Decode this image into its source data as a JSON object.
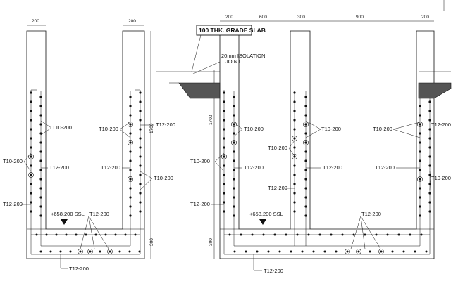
{
  "labels": {
    "t10_200": "T10-200",
    "t12_200": "T12-200",
    "ssl": "+658.200 SSL",
    "grade_slab": "100 THK. GRADE SLAB",
    "isolation_1": "20mm ISOLATION",
    "isolation_2": "JOINT"
  },
  "dims": {
    "d200": "200",
    "d600": "600",
    "d300": "300",
    "d900": "900",
    "d1700": "1700",
    "d300_vert": "300"
  },
  "colors": {
    "line": "#111111",
    "hatch": "#555555",
    "background": "#ffffff"
  }
}
